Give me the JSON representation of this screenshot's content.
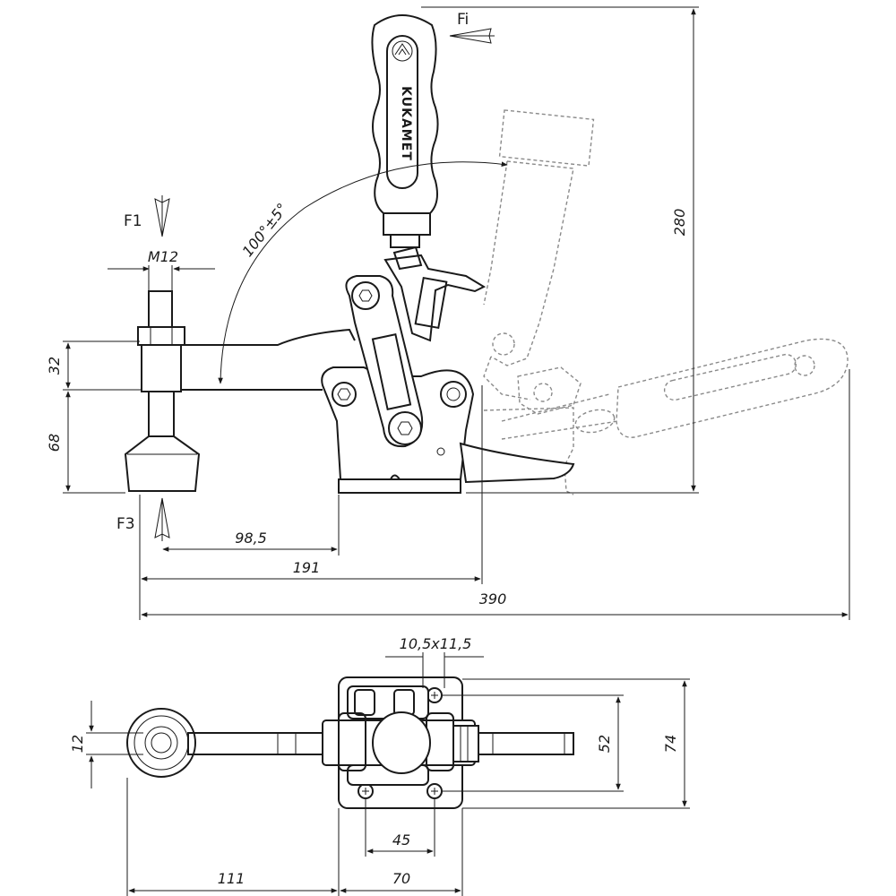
{
  "brand_text": "KUKAMET",
  "forces": {
    "fi": "Fi",
    "f1": "F1",
    "f3": "F3"
  },
  "dimensions": {
    "thread": "M12",
    "angle": "100°±5°",
    "height_total": "280",
    "height_32": "32",
    "height_68": "68",
    "len_98_5": "98,5",
    "len_191": "191",
    "len_390": "390",
    "hole": "10,5x11,5",
    "bottom_12": "12",
    "bottom_52": "52",
    "bottom_74": "74",
    "bottom_45": "45",
    "bottom_111": "111",
    "bottom_70": "70"
  }
}
